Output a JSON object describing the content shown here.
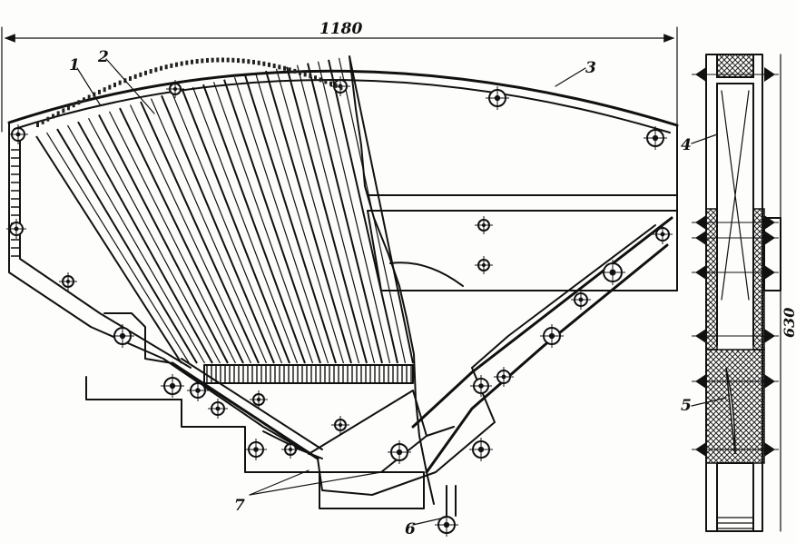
{
  "dimensions": {
    "width": "1180",
    "height": "630"
  },
  "labels": {
    "l1": "1",
    "l2": "2",
    "l3": "3",
    "l4": "4",
    "l5": "5",
    "l6": "6",
    "l7": "7"
  },
  "colors": {
    "ink": "#111111",
    "paper": "#fdfdfb",
    "hatch": "#222222"
  }
}
